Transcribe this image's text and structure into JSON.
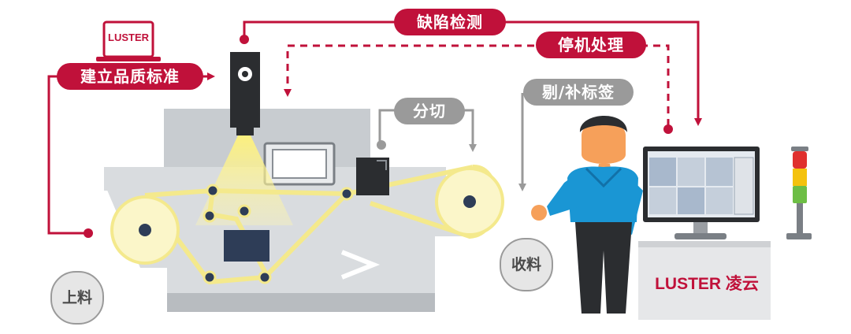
{
  "labels": {
    "defect_detection": "缺陷检测",
    "stop_handling": "停机处理",
    "establish_standard": "建立品质标准",
    "remove_relabel": "剔/补标签",
    "slitting": "分切",
    "unwind": "上料",
    "rewind": "收料"
  },
  "brand": {
    "laptop_logo": "LUSTER",
    "station_logo": "LUSTER 凌云"
  },
  "colors": {
    "accent_red": "#c0113a",
    "machine_grey": "#d9dcdf",
    "label_grey": "#9a9a9a",
    "web_yellow": "#f4e98c",
    "shirt_blue": "#1a96d4",
    "navy": "#2e3d57"
  },
  "tower_light": [
    "red",
    "yellow",
    "green"
  ],
  "icons": [
    "laptop-icon",
    "camera-icon",
    "operator-figure",
    "monitor-icon",
    "tower-light-icon"
  ]
}
